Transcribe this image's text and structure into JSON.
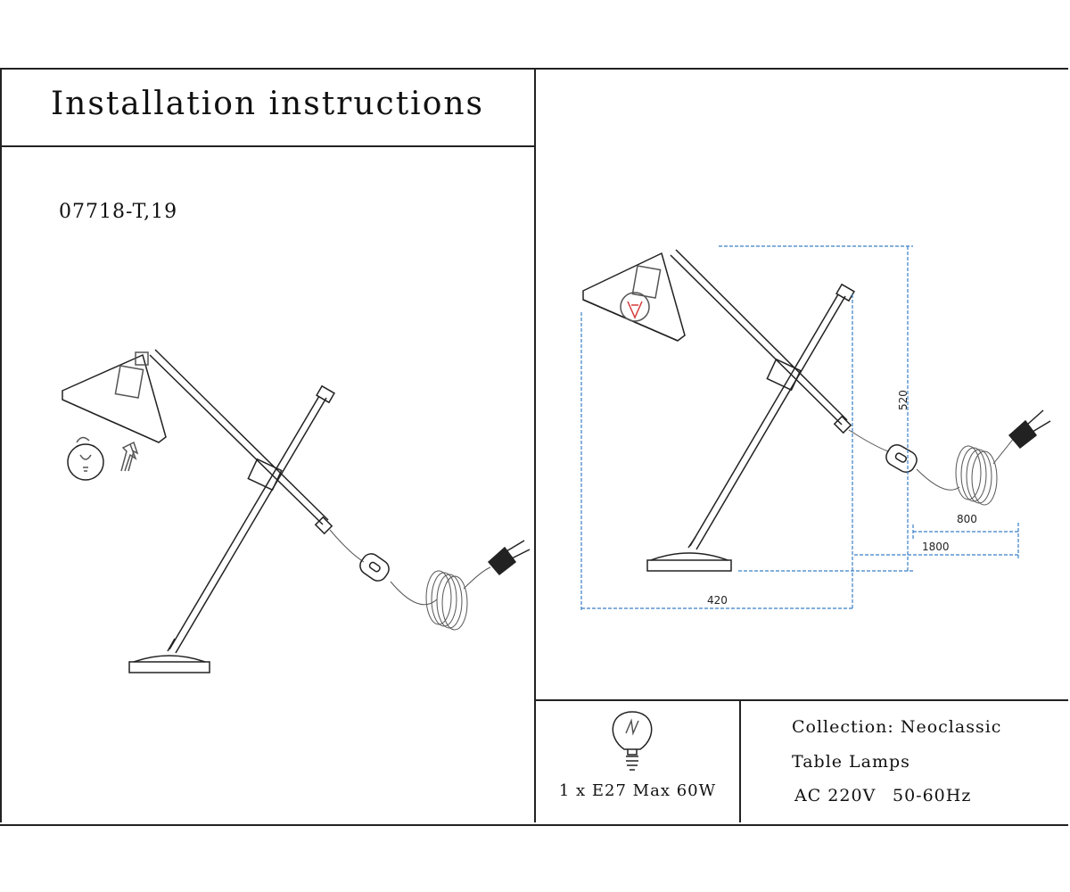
{
  "header": {
    "title": "Installation instructions"
  },
  "product": {
    "model": "07718-T,19"
  },
  "dimensions": {
    "height": "520",
    "width": "420",
    "cord_to_switch": "800",
    "cord_total": "1800"
  },
  "bulb": {
    "spec": "1 x E27 Max 60W"
  },
  "info": {
    "collection": "Collection: Neoclassic",
    "type": "Table Lamps",
    "voltage": "AC 220V",
    "frequency": "50-60Hz"
  },
  "colors": {
    "line": "#222222",
    "dimension": "#3a7fc8",
    "filament": "#d63a3a"
  },
  "icons": [
    "lamp-assembly-drawing",
    "lamp-dimension-drawing",
    "bulb-icon",
    "plug-icon",
    "install-arrow-icon"
  ]
}
